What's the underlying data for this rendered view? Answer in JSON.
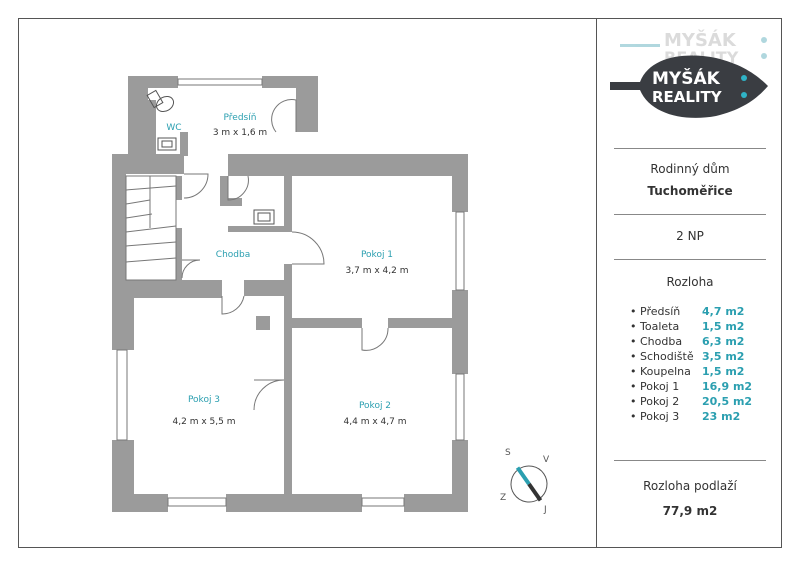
{
  "logo": {
    "line1": "MYŠÁK",
    "line2": "REALITY",
    "brand_color": "#1f8fa3",
    "icon": "drop-logo-icon"
  },
  "property": {
    "type": "Rodinný dům",
    "location": "Tuchoměřice",
    "floor": "2 NP"
  },
  "area_section": {
    "heading": "Rozloha",
    "items": [
      {
        "name": "Předsíň",
        "value": "4,7 m2"
      },
      {
        "name": "Toaleta",
        "value": "1,5 m2"
      },
      {
        "name": "Chodba",
        "value": "6,3 m2"
      },
      {
        "name": "Schodiště",
        "value": "3,5 m2"
      },
      {
        "name": "Koupelna",
        "value": "1,5 m2"
      },
      {
        "name": "Pokoj 1",
        "value": "16,9 m2"
      },
      {
        "name": "Pokoj 2",
        "value": "20,5 m2"
      },
      {
        "name": "Pokoj 3",
        "value": "23 m2"
      }
    ]
  },
  "total": {
    "heading": "Rozloha podlaží",
    "value": "77,9 m2"
  },
  "plan": {
    "wall_color": "#9b9b9b",
    "accent_color": "#2b9fb0",
    "rooms": {
      "wc": {
        "label": "WC"
      },
      "predsin": {
        "label": "Předsíň",
        "dims": "3 m x 1,6 m"
      },
      "chodba": {
        "label": "Chodba"
      },
      "pokoj1": {
        "label": "Pokoj 1",
        "dims": "3,7 m x 4,2 m"
      },
      "pokoj2": {
        "label": "Pokoj 2",
        "dims": "4,4 m x 4,7 m"
      },
      "pokoj3": {
        "label": "Pokoj 3",
        "dims": "4,2 m x 5,5 m"
      }
    },
    "compass": {
      "s": "S",
      "v": "V",
      "j": "J",
      "z": "Z"
    }
  }
}
